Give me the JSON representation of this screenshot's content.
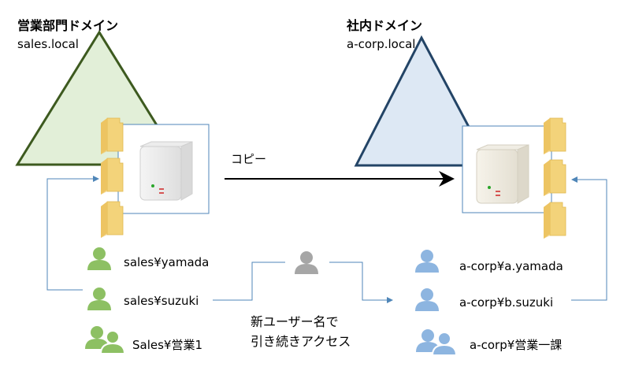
{
  "left_domain": {
    "name": "営業部門ドメイン",
    "fqdn": "sales.local",
    "color": "#3d5a1f",
    "fill": "#e2efd8",
    "users": [
      {
        "label": "sales¥yamada",
        "icon": "user-icon-green"
      },
      {
        "label": "sales¥suzuki",
        "icon": "user-icon-green"
      },
      {
        "label": "Sales¥営業1",
        "icon": "group-icon-green"
      }
    ]
  },
  "right_domain": {
    "name": "社内ドメイン",
    "fqdn": "a-corp.local",
    "color": "#234466",
    "fill": "#dde8f4",
    "users": [
      {
        "label": "a-corp¥a.yamada",
        "icon": "user-icon-blue"
      },
      {
        "label": "a-corp¥b.suzuki",
        "icon": "user-icon-blue"
      },
      {
        "label": "a-corp¥営業一課",
        "icon": "group-icon-blue"
      }
    ]
  },
  "copy_label": "コピー",
  "note_lines": [
    "新ユーザー名で",
    "引き続きアクセス"
  ],
  "colors": {
    "connector": "#4f86b8",
    "folder": "#f3d37a",
    "user_green": "#8dc063",
    "user_blue": "#8db5e0",
    "user_gray": "#a6a6a6"
  }
}
